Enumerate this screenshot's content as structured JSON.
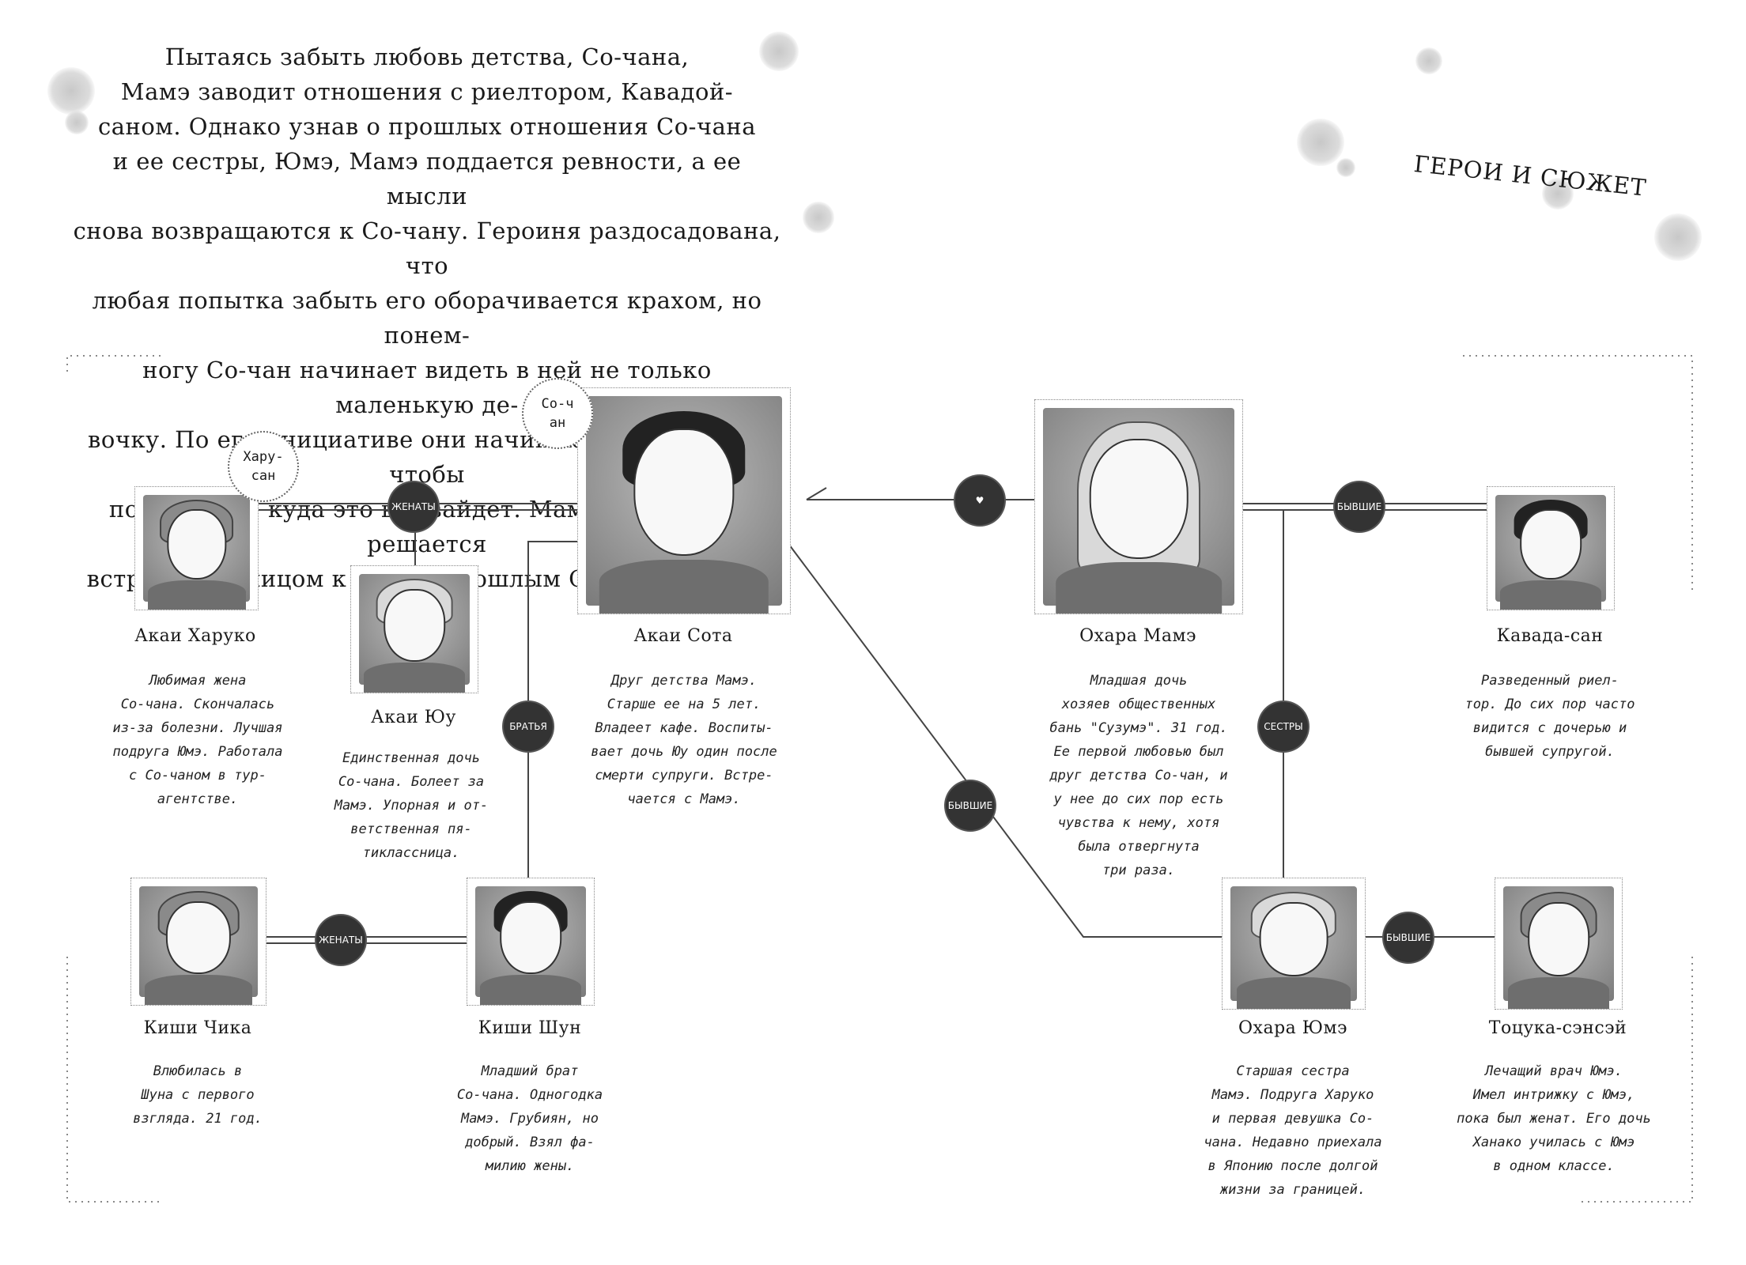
{
  "page_title": "Герои и сюжет",
  "intro_lines": [
    "Пытаясь забыть любовь детства, Со-чана,",
    "Мамэ заводит отношения с риелтором, Кавадой-",
    "саном. Однако узнав о прошлых отношения Со-чана",
    "и ее сестры, Юмэ, Мамэ поддается ревности, а ее мысли",
    "снова возвращаются к Со-чану. Героиня раздосадована, что",
    "любая попытка забыть его оборачивается крахом, но понем-",
    "ногу Со-чан начинает видеть в ней не только маленькую де-",
    "вочку. По его инициативе они начинают встречаться, чтобы",
    "посмотреть, куда это все зайдет. Мамэ наконец-то решается",
    "встретиться лицом к лицу с прошлым Со-чана и Хару-сан..."
  ],
  "characters": {
    "haruko": {
      "name": "Акаи Харуко",
      "nickname": "Хару-сан",
      "desc": [
        "Любимая жена",
        "Со-чана. Скончалась",
        "из-за болезни. Лучшая",
        "подруга Юмэ. Работала",
        "с Со-чаном в тур-",
        "агентстве."
      ]
    },
    "yuu": {
      "name": "Акаи Юу",
      "desc": [
        "Единственная дочь",
        "Со-чана. Болеет за",
        "Мамэ. Упорная и от-",
        "ветственная пя-",
        "тиклассница."
      ]
    },
    "sota": {
      "name": "Акаи Сота",
      "nickname": "Со-чан",
      "desc": [
        "Друг детства Мамэ.",
        "Старше ее на 5 лет.",
        "Владеет кафе. Воспиты-",
        "вает дочь Юу один после",
        "смерти супруги. Встре-",
        "чается с Мамэ."
      ]
    },
    "mame": {
      "name": "Охара Мамэ",
      "desc": [
        "Младшая дочь",
        "хозяев общественных",
        "бань \"Сузумэ\". 31 год.",
        "Ее первой любовью был",
        "друг детства Со-чан, и",
        "у нее до сих пор есть",
        "чувства к нему, хотя",
        "была отвергнута",
        "три раза."
      ]
    },
    "kawada": {
      "name": "Кавада-сан",
      "desc": [
        "Разведенный риел-",
        "тор. До сих пор часто",
        "видится с дочерью и",
        "бывшей супругой."
      ]
    },
    "chika": {
      "name": "Киши Чика",
      "desc": [
        "Влюбилась в",
        "Шуна с первого",
        "взгляда. 21 год."
      ]
    },
    "shun": {
      "name": "Киши Шун",
      "desc": [
        "Младший брат",
        "Со-чана. Одногодка",
        "Мамэ. Грубиян, но",
        "добрый. Взял фа-",
        "милию жены."
      ]
    },
    "yume": {
      "name": "Охара Юмэ",
      "desc": [
        "Старшая сестра",
        "Мамэ. Подруга Харуко",
        "и первая девушка Со-",
        "чана. Недавно приехала",
        "в Японию после долгой",
        "жизни за границей."
      ]
    },
    "tozuka": {
      "name": "Тоцука-сэнсэй",
      "desc": [
        "Лечащий врач Юмэ.",
        "Имел интрижку с Юмэ,",
        "пока был женат. Его дочь",
        "Ханако училась с Юмэ",
        "в одном классе."
      ]
    }
  },
  "relations": {
    "married_1": "ЖЕНАТЫ",
    "married_2": "ЖЕНАТЫ",
    "brothers": "БРАТЬЯ",
    "ex_1": "БЫВШИЕ",
    "ex_2": "БЫВШИЕ",
    "ex_3": "БЫВШИЕ",
    "sisters": "СЕСТРЫ",
    "love": "♥"
  }
}
